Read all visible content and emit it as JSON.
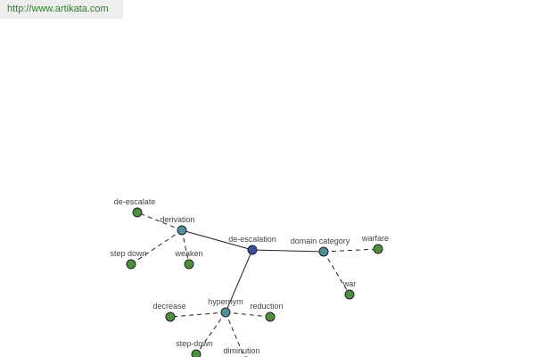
{
  "header": {
    "url_text": "http://www.artikata.com"
  },
  "colors": {
    "center_node": "#3a4f9c",
    "relation_node": "#4f8e9a",
    "word_node": "#4e8f3e",
    "url_text": "#2f7d2f",
    "url_bar_bg": "#eeeeee"
  },
  "graph": {
    "nodes": [
      {
        "id": "de-escalation",
        "label": "de-escalation",
        "kind": "center"
      },
      {
        "id": "derivation",
        "label": "derivation",
        "kind": "relation"
      },
      {
        "id": "domain-category",
        "label": "domain category",
        "kind": "relation"
      },
      {
        "id": "hypernym",
        "label": "hypernym",
        "kind": "relation"
      },
      {
        "id": "de-escalate",
        "label": "de-escalate",
        "kind": "word"
      },
      {
        "id": "step-down-1",
        "label": "step down",
        "kind": "word"
      },
      {
        "id": "weaken",
        "label": "weaken",
        "kind": "word"
      },
      {
        "id": "warfare",
        "label": "warfare",
        "kind": "word"
      },
      {
        "id": "war",
        "label": "war",
        "kind": "word"
      },
      {
        "id": "decrease",
        "label": "decrease",
        "kind": "word"
      },
      {
        "id": "reduction",
        "label": "reduction",
        "kind": "word"
      },
      {
        "id": "step-down-2",
        "label": "step-down",
        "kind": "word"
      },
      {
        "id": "diminution",
        "label": "diminution",
        "kind": "word"
      }
    ],
    "edges": [
      {
        "from": "de-escalation",
        "to": "derivation",
        "style": "solid"
      },
      {
        "from": "de-escalation",
        "to": "domain-category",
        "style": "solid"
      },
      {
        "from": "de-escalation",
        "to": "hypernym",
        "style": "solid"
      },
      {
        "from": "derivation",
        "to": "de-escalate",
        "style": "dashed"
      },
      {
        "from": "derivation",
        "to": "step-down-1",
        "style": "dashed"
      },
      {
        "from": "derivation",
        "to": "weaken",
        "style": "dashed"
      },
      {
        "from": "domain-category",
        "to": "warfare",
        "style": "dashed"
      },
      {
        "from": "domain-category",
        "to": "war",
        "style": "dashed"
      },
      {
        "from": "hypernym",
        "to": "decrease",
        "style": "dashed"
      },
      {
        "from": "hypernym",
        "to": "reduction",
        "style": "dashed"
      },
      {
        "from": "hypernym",
        "to": "step-down-2",
        "style": "dashed"
      },
      {
        "from": "hypernym",
        "to": "diminution",
        "style": "dashed"
      }
    ]
  }
}
